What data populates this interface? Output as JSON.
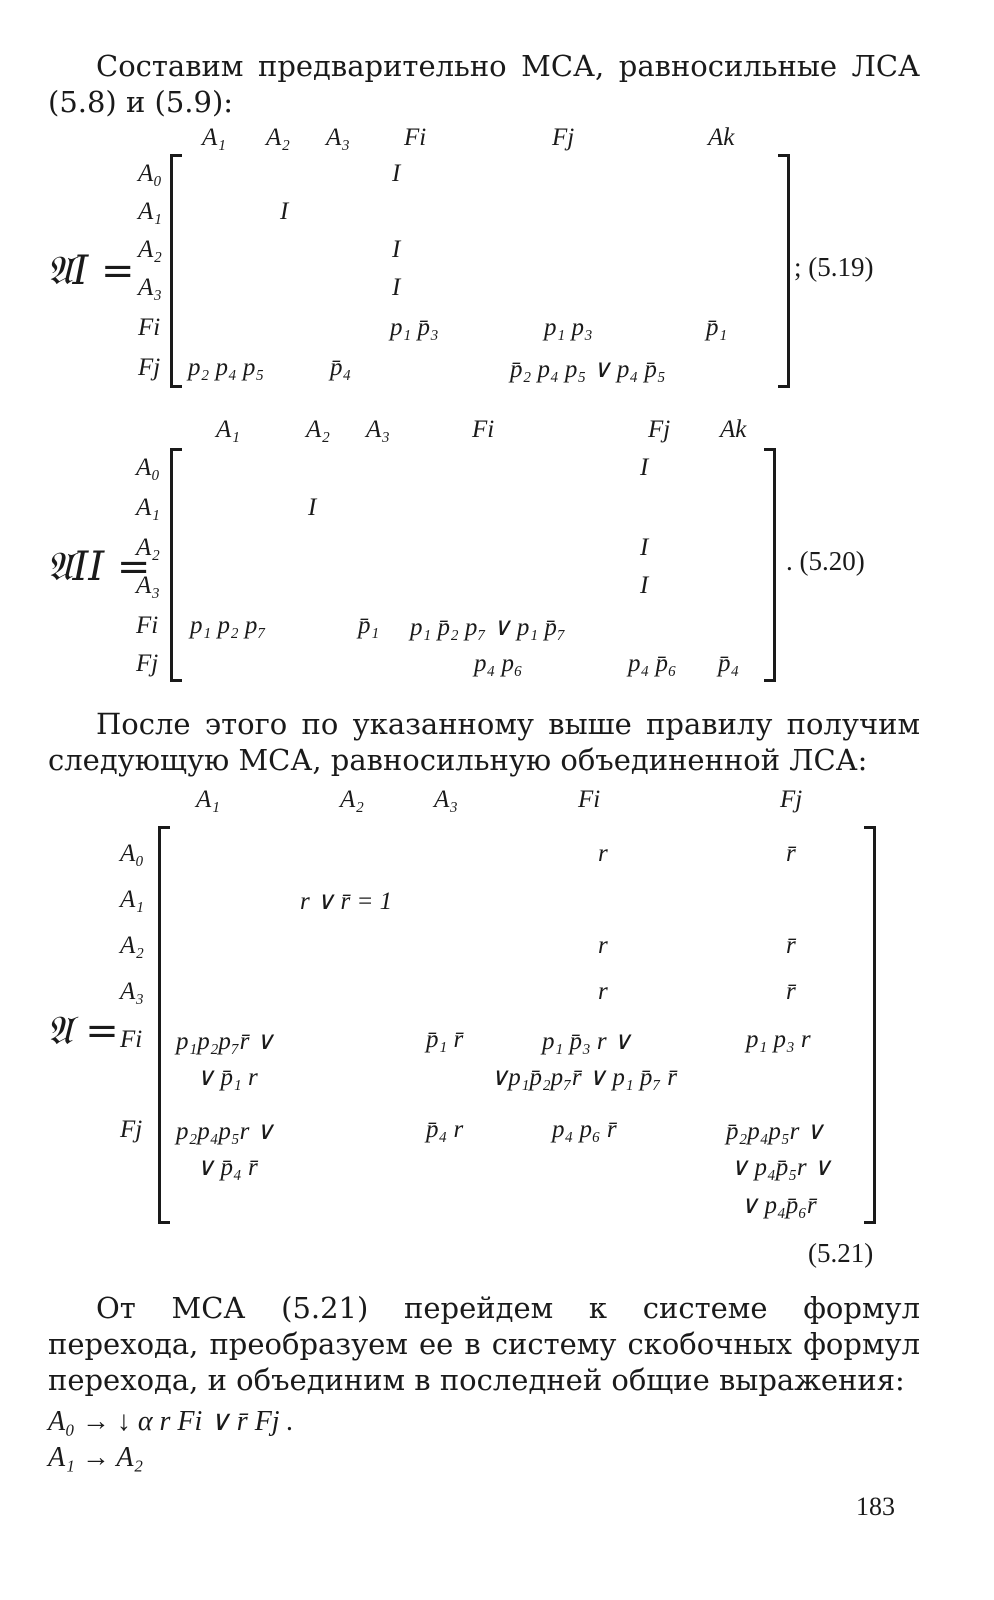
{
  "paragraphs": {
    "intro": "Составим предварительно МСА, равносильные ЛСА (5.8) и (5.9):",
    "after": "После этого по указанному выше правилу получим следующую МСА, равносильную объединенной ЛСА:",
    "final": "От МСА (5.21) перейдем к системе формул перехода, преобразуем ее в систему скобочных формул перехода, и объединим в последней общие выражения:"
  },
  "matrices": [
    {
      "name": "𝔄I =",
      "equation_number": "; (5.19)",
      "columns": [
        "A₁",
        "A₂",
        "A₃",
        "Fi",
        "Fj",
        "Ak"
      ],
      "rows": [
        "A₀",
        "A₁",
        "A₂",
        "A₃",
        "Fi",
        "Fj"
      ],
      "cells": [
        "I",
        "I",
        "I",
        "I",
        "p₁ p̄₃",
        "p₁ p₃",
        "p̄₁",
        "p₂ p₄ p₅",
        "p̄₄",
        "p̄₂ p₄ p₅ ∨ p₄ p̄₅"
      ]
    },
    {
      "name": "𝔄II =",
      "equation_number": ". (5.20)",
      "columns": [
        "A₁",
        "A₂",
        "A₃",
        "Fi",
        "Fj",
        "Ak"
      ],
      "rows": [
        "A₀",
        "A₁",
        "A₂",
        "A₃",
        "Fi",
        "Fj"
      ],
      "cells": [
        "I",
        "I",
        "I",
        "I",
        "p₁ p₂ p₇",
        "p̄₁",
        "p₁ p̄₂ p₇ ∨ p₁ p̄₇",
        "p₄ p₆",
        "p₄ p̄₆",
        "p̄₄"
      ]
    },
    {
      "name": "𝔄 =",
      "equation_number": "(5.21)",
      "columns": [
        "A₁",
        "A₂",
        "A₃",
        "Fi",
        "Fj"
      ],
      "rows": [
        "A₀",
        "A₁",
        "A₂",
        "A₃",
        "Fi",
        "Fj"
      ],
      "cells": [
        "r",
        "r̄",
        "r ∨ r̄ = 1",
        "r",
        "r̄",
        "r",
        "r̄",
        "p₁p₂p₇r̄ ∨",
        "∨ p̄₁ r",
        "p̄₁ r̄",
        "p₁ p̄₃ r ∨",
        "∨p₁p̄₂p₇r̄ ∨ p₁ p̄₇ r̄",
        "p₁ p₃ r",
        "p₂p₄p₅r ∨",
        "∨ p̄₄ r̄",
        "p̄₄ r",
        "p₄ p₆ r̄",
        "p̄₂p₄p₅r ∨",
        "∨ p₄p̄₅r ∨",
        "∨ p₄p̄₆r̄"
      ]
    }
  ],
  "formulas": [
    "A₀ → ↓ α r Fi ∨ r̄ Fj .",
    "A₁ → A₂"
  ],
  "page_number": "183"
}
